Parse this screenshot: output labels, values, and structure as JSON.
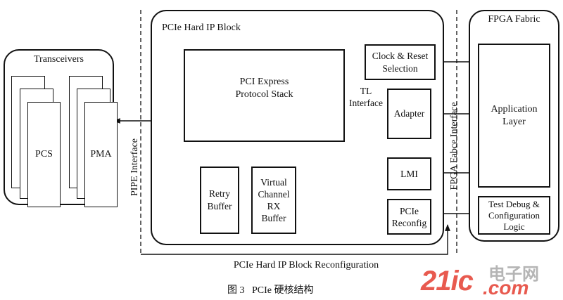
{
  "transceivers": {
    "title": "Transceivers",
    "pcs_label": "PCS",
    "pma_label": "PMA"
  },
  "pipe_interface_label": "PIPE Interface",
  "hard_ip": {
    "title": "PCIe Hard IP Block",
    "protocol_stack": "PCI Express\nProtocol Stack",
    "clock_reset": "Clock & Reset\nSelection",
    "tl_interface": "TL\nInterface",
    "adapter": "Adapter",
    "lmi": "LMI",
    "reconfig": "PCIe\nReconfig",
    "retry_buffer": "Retry\nBuffer",
    "virtual_channel": "Virtual\nChannel\nRX\nBuffer"
  },
  "fpga_interface_label": "FPGA Fabce Interface",
  "fpga_fabric": {
    "title": "FPGA Fabric",
    "application_layer": "Application\nLayer",
    "test_debug": "Test Debug &\nConfiguration\nLogic"
  },
  "reconfig_label": "PCIe Hard IP Block Reconfiguration",
  "caption": "图 3   PCIe 硬核结构",
  "watermark": {
    "brand": "21ic",
    "cn": "电子网",
    "domain": ".com"
  },
  "colors": {
    "line": "#111111",
    "watermark_red": "#e85a4f",
    "watermark_grey": "#b5b5b5"
  }
}
